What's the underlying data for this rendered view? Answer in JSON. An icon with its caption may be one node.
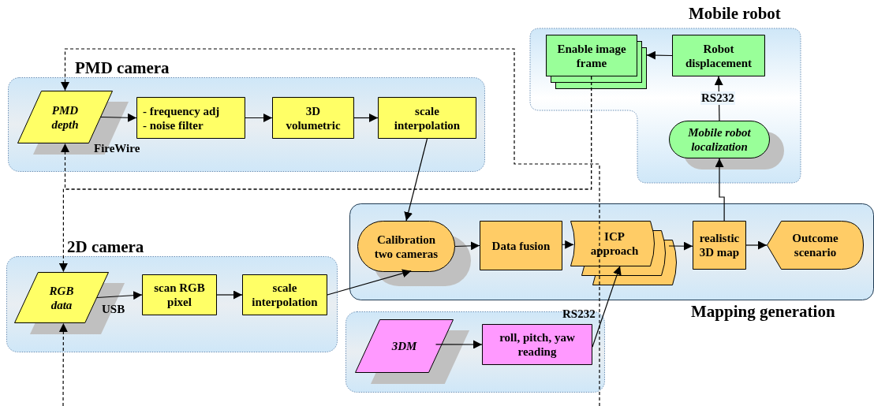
{
  "diagram": {
    "nodes": [
      {
        "text": [
          "PMD camera"
        ]
      },
      {
        "text": [
          "PMD depth"
        ],
        "in": 0
      },
      {
        "text": [
          "- frequency adj",
          "- noise filter"
        ],
        "in": 0
      },
      {
        "text": [
          "3D volumetric"
        ],
        "in": 0
      },
      {
        "text": [
          "scale interpolation"
        ],
        "in": 0
      },
      {
        "text": [
          "2D camera"
        ]
      },
      {
        "text": [
          "RGB data"
        ],
        "in": 5
      },
      {
        "text": [
          "scan RGB pixel"
        ],
        "in": 5
      },
      {
        "text": [
          "scale interpolation"
        ],
        "in": 5
      },
      {
        "text": [
          "Mobile robot"
        ]
      },
      {
        "text": [
          "Enable image frame"
        ],
        "in": 9
      },
      {
        "text": [
          "Robot displacement"
        ],
        "in": 9
      },
      {
        "text": [
          "Mobile robot localization"
        ],
        "in": 9
      },
      {
        "text": [
          "Mapping generation"
        ]
      },
      {
        "text": [
          "Calibration two cameras"
        ],
        "in": 13
      },
      {
        "text": [
          "Data fusion"
        ],
        "in": 13
      },
      {
        "text": [
          "ICP approach"
        ],
        "in": 13
      },
      {
        "text": [
          "realistic 3D map"
        ],
        "in": 13
      },
      {
        "text": [
          "Outcome scenario"
        ],
        "in": 13
      },
      {
        "text": [],
        "shape": "box"
      },
      {
        "text": [
          "3DM"
        ],
        "in": 19
      },
      {
        "text": [
          "roll, pitch, yaw reading"
        ],
        "in": 19
      }
    ],
    "edges": [
      {
        "from": 1,
        "to": 2,
        "arrow": "to",
        "label": "FireWire"
      },
      {
        "from": 2,
        "to": 3,
        "arrow": "to"
      },
      {
        "from": 3,
        "to": 4,
        "arrow": "to"
      },
      {
        "from": 4,
        "to": 14,
        "arrow": "to"
      },
      {
        "from": 6,
        "to": 7,
        "arrow": "to",
        "label": "USB"
      },
      {
        "from": 7,
        "to": 8,
        "arrow": "to"
      },
      {
        "from": 8,
        "to": 14,
        "arrow": "to"
      },
      {
        "from": 14,
        "to": 15,
        "arrow": "to"
      },
      {
        "from": 15,
        "to": 16,
        "arrow": "to"
      },
      {
        "from": 16,
        "to": 17,
        "arrow": "to"
      },
      {
        "from": 17,
        "to": 18,
        "arrow": "to"
      },
      {
        "from": 17,
        "to": 12,
        "arrow": "to"
      },
      {
        "from": 12,
        "to": 11,
        "arrow": "to",
        "label": "RS232"
      },
      {
        "from": 11,
        "to": 10,
        "arrow": "to"
      },
      {
        "from": 20,
        "to": 21,
        "arrow": "to"
      },
      {
        "from": 21,
        "to": 16,
        "arrow": "to",
        "label": "RS232"
      },
      {
        "from": 10,
        "to": 1,
        "arrow": "to",
        "style": "dashed"
      },
      {
        "from": 10,
        "to": 6,
        "arrow": "to",
        "style": "dashed"
      },
      {
        "from": null,
        "to": 1,
        "arrow": "to",
        "style": "dashed"
      },
      {
        "from": null,
        "to": 6,
        "arrow": "to",
        "style": "dashed"
      }
    ]
  }
}
